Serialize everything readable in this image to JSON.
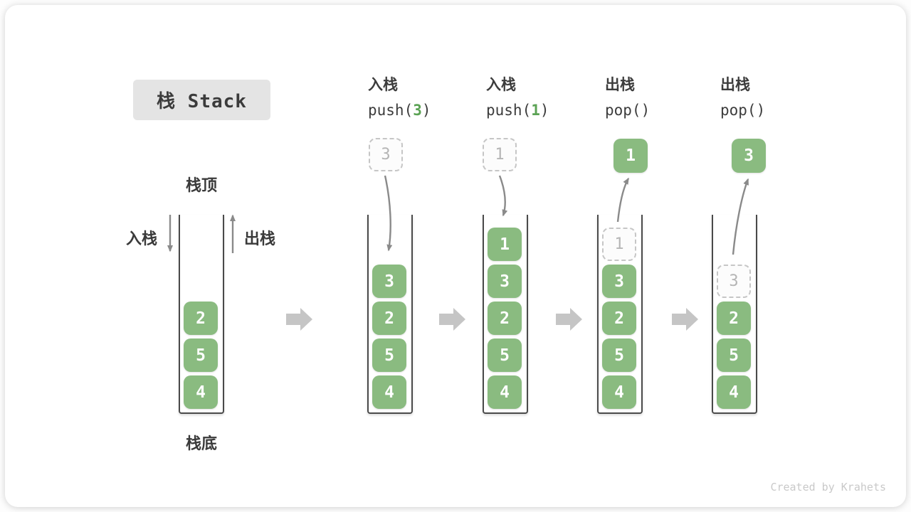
{
  "title": "栈 Stack",
  "watermark": "Created by Krahets",
  "legend": {
    "stack_top": "栈顶",
    "stack_bottom": "栈底",
    "push": "入栈",
    "pop": "出栈"
  },
  "colors": {
    "cell_green": "#8abb80",
    "code_arg_green": "#5ba254",
    "block_arrow_gray": "#c5c5c5",
    "thin_arrow_gray": "#8a8a8a",
    "text_dark": "#3c3c3c",
    "title_bg": "#e4e4e4",
    "ghost_border": "#c6c6c6",
    "ghost_text": "#b5b5b5"
  },
  "stages": [
    {
      "name": "initial",
      "items": [
        "2",
        "5",
        "4"
      ]
    },
    {
      "name": "push-3",
      "op": "入栈",
      "code_pre": "push(",
      "code_arg": "3",
      "code_post": ")",
      "incoming": "3",
      "items": [
        "3",
        "2",
        "5",
        "4"
      ]
    },
    {
      "name": "push-1",
      "op": "入栈",
      "code_pre": "push(",
      "code_arg": "1",
      "code_post": ")",
      "incoming": "1",
      "items": [
        "1",
        "3",
        "2",
        "5",
        "4"
      ]
    },
    {
      "name": "pop-first",
      "op": "出栈",
      "code_pre": "pop()",
      "code_arg": "",
      "code_post": "",
      "popped": "1",
      "ghost": "1",
      "items": [
        "3",
        "2",
        "5",
        "4"
      ]
    },
    {
      "name": "pop-second",
      "op": "出栈",
      "code_pre": "pop()",
      "code_arg": "",
      "code_post": "",
      "popped": "3",
      "ghost": "3",
      "items": [
        "2",
        "5",
        "4"
      ]
    }
  ]
}
